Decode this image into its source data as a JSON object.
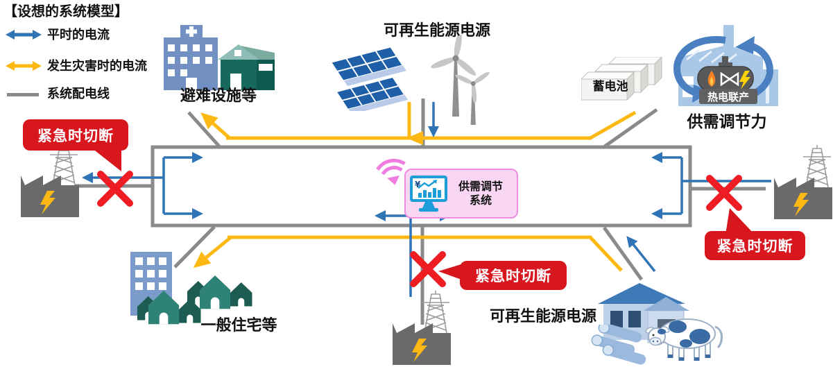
{
  "title": "【设想的系统模型】",
  "legend": {
    "normal_flow": "平时的电流",
    "disaster_flow": "发生灾害时的电流",
    "distribution_line": "系统配电线"
  },
  "labels": {
    "shelter": "避难设施等",
    "renewable_top": "可再生能源电源",
    "battery": "蓄电池",
    "chp": "热电联产",
    "adjustment_capacity": "供需调节力",
    "residential": "一般住宅等",
    "renewable_bottom": "可再生能源电源",
    "control_system_line1": "供需调节",
    "control_system_line2": "系统",
    "monitor_symbol": "¥"
  },
  "badges": {
    "left": "紧急时切断",
    "right": "紧急时切断",
    "bottom": "紧急时切断"
  },
  "colors": {
    "normal_flow_blue": "#2f74b5",
    "disaster_flow_yellow": "#fdb813",
    "line_gray": "#8a8a8a",
    "alert_red": "#d7161e",
    "cross_red": "#ee1c23",
    "system_pink_bg": "#f9d6f3",
    "system_pink_border": "#ee8de2",
    "wifi_pink": "#f07ce2",
    "monitor_blue": "#1c9cd8"
  }
}
